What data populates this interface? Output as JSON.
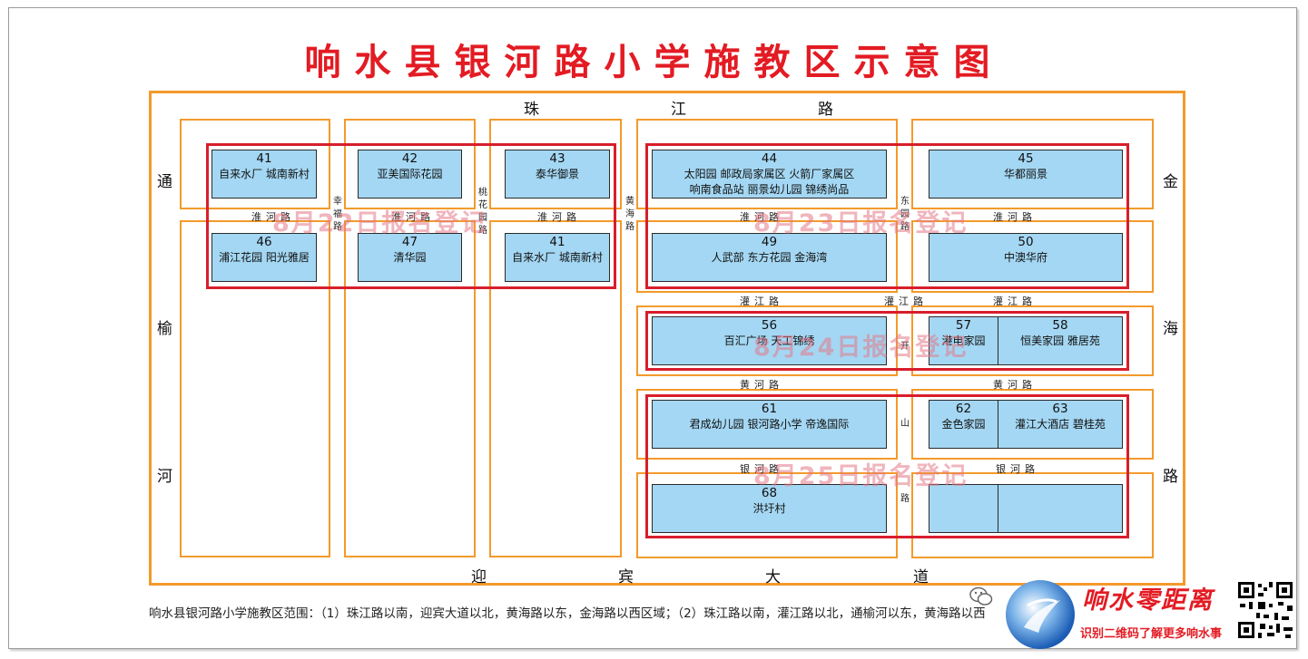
{
  "title": "响水县银河路小学施教区示意图",
  "roads": {
    "zhujiang": [
      "珠",
      "江",
      "路"
    ],
    "yingbin": [
      "迎",
      "宾",
      "大",
      "道"
    ],
    "tongyuhe": [
      "通",
      "榆",
      "河"
    ],
    "jinhai": [
      "金",
      "海",
      "路"
    ],
    "huaihe": "淮河路",
    "guanjiang": "灌江路",
    "huanghe": "黄河路",
    "yinhe": "银河路",
    "xingfu": "幸福路",
    "taohuayuan": "桃花园路",
    "huanghai": "黄海路",
    "dongyuan": "东园路",
    "kaishan": [
      "开",
      "山",
      "路"
    ]
  },
  "lots": {
    "l41a": {
      "num": "41",
      "names": "自来水厂 城南新村"
    },
    "l42": {
      "num": "42",
      "names": "亚美国际花园"
    },
    "l43": {
      "num": "43",
      "names": "泰华御景"
    },
    "l44": {
      "num": "44",
      "names": "太阳园  邮政局家属区 火箭厂家属区",
      "names2": "响南食品站   丽景幼儿园   锦绣尚品"
    },
    "l45": {
      "num": "45",
      "names": "华都丽景"
    },
    "l46": {
      "num": "46",
      "names": "浦江花园 阳光雅居"
    },
    "l47": {
      "num": "47",
      "names": "清华园"
    },
    "l41b": {
      "num": "41",
      "names": "自来水厂 城南新村"
    },
    "l49": {
      "num": "49",
      "names": "人武部   东方花园   金海湾"
    },
    "l50": {
      "num": "50",
      "names": "中澳华府"
    },
    "l56": {
      "num": "56",
      "names": "百汇广场    天工锦绣"
    },
    "l57": {
      "num": "57",
      "names": "港电家园"
    },
    "l58": {
      "num": "58",
      "names": "恒美家园  雅居苑"
    },
    "l61": {
      "num": "61",
      "names": "君成幼儿园  银河路小学  帝逸国际"
    },
    "l62": {
      "num": "62",
      "names": "金色家园"
    },
    "l63": {
      "num": "63",
      "names": "灌江大酒店 碧桂苑"
    },
    "l68": {
      "num": "68",
      "names": "洪圩村"
    }
  },
  "registration": {
    "d22": "8月22日报名登记",
    "d23": "8月23日报名登记",
    "d24": "8月24日报名登记",
    "d25": "8月25日报名登记"
  },
  "footer": "响水县银河路小学施教区范围：（1）珠江路以南，迎宾大道以北，黄海路以东，金海路以西区域；（2）珠江路以南，灌江路以北，通榆河以东，黄海路以西",
  "brand": {
    "name": "响水零距离",
    "sub": "识别二维码了解更多响水事"
  },
  "colors": {
    "title": "#e31b23",
    "road_border": "#f39a2b",
    "lot_fill": "#a4d7f3",
    "region_border": "#d81e2b"
  }
}
